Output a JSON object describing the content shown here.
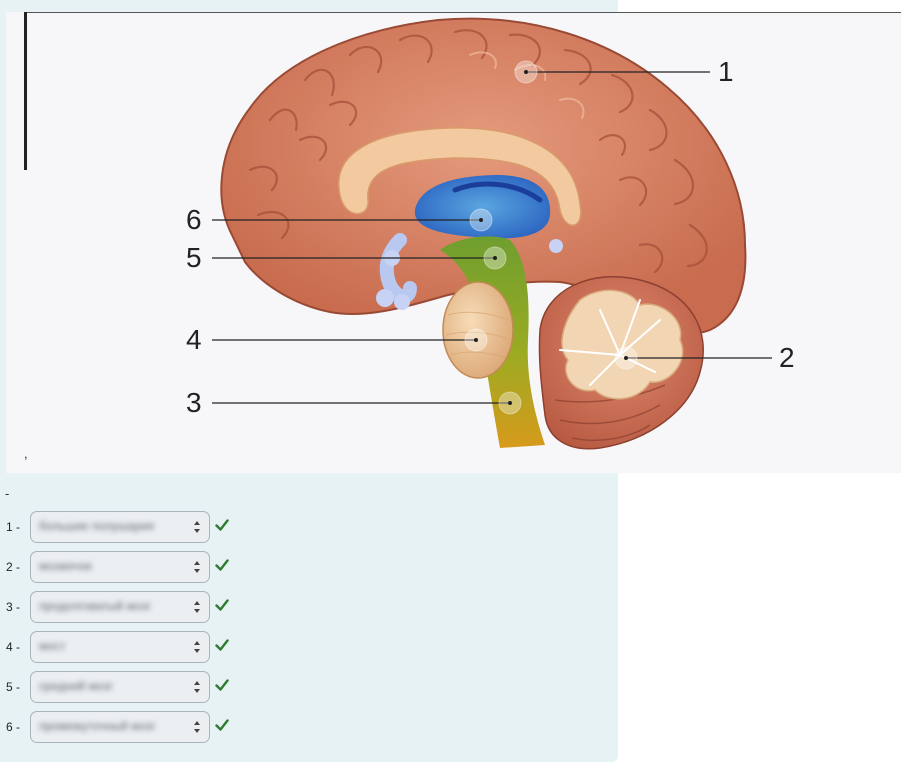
{
  "diagram": {
    "labels": [
      "1",
      "2",
      "3",
      "4",
      "5",
      "6"
    ]
  },
  "answers": [
    {
      "label": "1 -",
      "selected": "большие полушария",
      "correct": true
    },
    {
      "label": "2 -",
      "selected": "мозжечок",
      "correct": true
    },
    {
      "label": "3 -",
      "selected": "продолговатый мозг",
      "correct": true
    },
    {
      "label": "4 -",
      "selected": "мост",
      "correct": true
    },
    {
      "label": "5 -",
      "selected": "средний мозг",
      "correct": true
    },
    {
      "label": "6 -",
      "selected": "промежуточный мозг",
      "correct": true
    }
  ],
  "marks": {
    "stray": ",",
    "dash": "-"
  },
  "colors": {
    "panel": "#e7f2f5",
    "check": "#2e7d32",
    "select_bg": "#eceff1"
  }
}
